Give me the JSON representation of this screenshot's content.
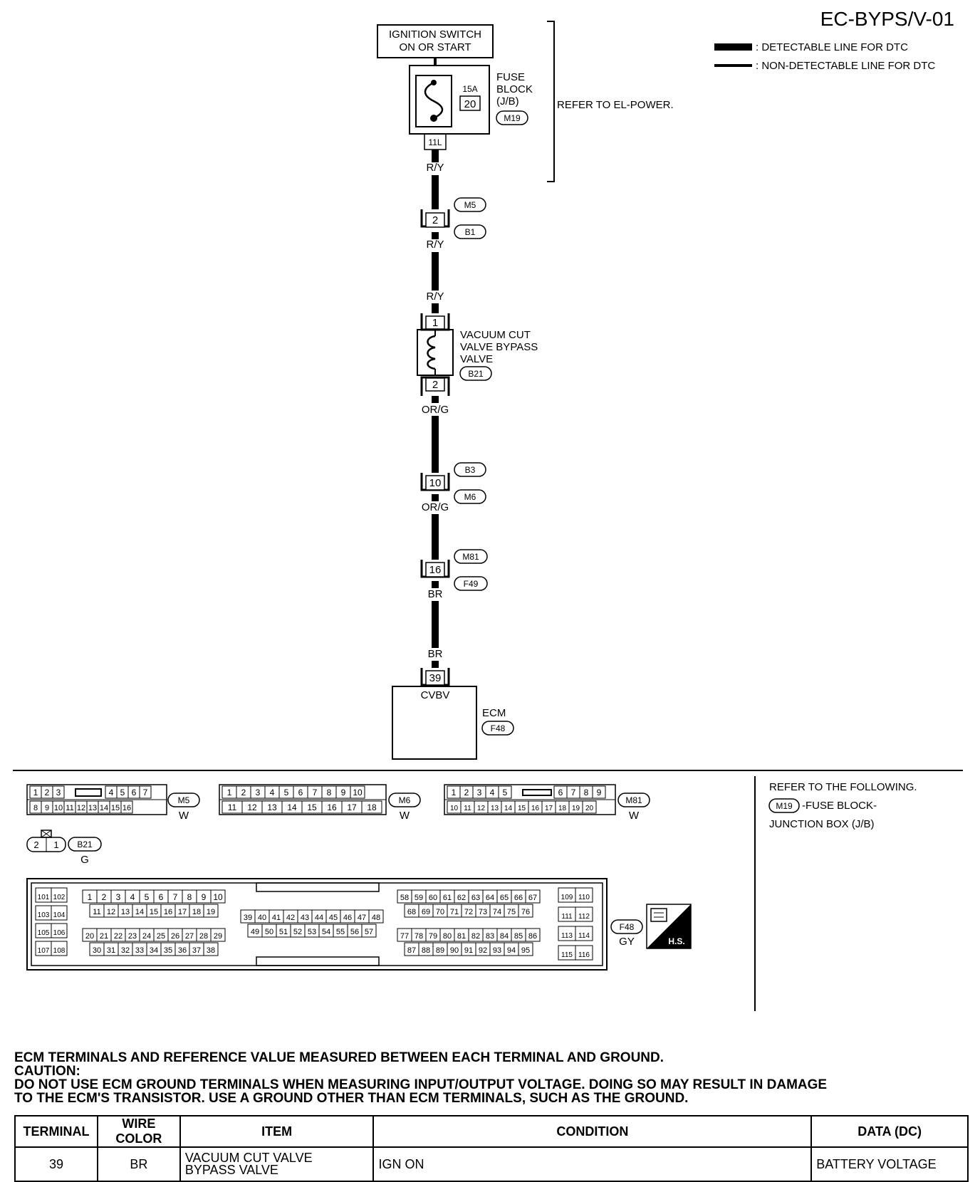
{
  "page_id": "EC-BYPS/V-01",
  "legend": {
    "detectable": ": DETECTABLE LINE FOR DTC",
    "non_detectable": ": NON-DETECTABLE LINE FOR DTC"
  },
  "ignition_switch": {
    "line1": "IGNITION SWITCH",
    "line2": "ON OR START"
  },
  "fuse": {
    "rating": "15A",
    "number": "20",
    "name1": "FUSE",
    "name2": "BLOCK",
    "name3": "(J/B)",
    "connector": "M19",
    "terminal": "11L"
  },
  "refer_el_power": "REFER TO EL-POWER.",
  "wires": {
    "ry": "R/Y",
    "org": "OR/G",
    "br": "BR"
  },
  "joint_m5_b1": {
    "upper": "M5",
    "pin": "2",
    "lower": "B1"
  },
  "valve": {
    "name1": "VACUUM CUT",
    "name2": "VALVE BYPASS",
    "name3": "VALVE",
    "connector": "B21",
    "pin_top": "1",
    "pin_bottom": "2"
  },
  "joint_b3_m6": {
    "upper": "B3",
    "pin": "10",
    "lower": "M6"
  },
  "joint_m81_f49": {
    "upper": "M81",
    "pin": "16",
    "lower": "F49"
  },
  "ecm": {
    "name": "ECM",
    "connector": "F48",
    "pin": "39",
    "signal": "CVBV"
  },
  "connectors": {
    "m5": {
      "id": "M5",
      "color": "W"
    },
    "m6": {
      "id": "M6",
      "color": "W"
    },
    "m81": {
      "id": "M81",
      "color": "W"
    },
    "b21": {
      "id": "B21",
      "color": "G"
    },
    "f48": {
      "id": "F48",
      "color": "GY"
    },
    "hs": "H.S."
  },
  "refer_following": {
    "line1": "REFER TO THE FOLLOWING.",
    "connector": "M19",
    "line2": "-FUSE BLOCK-",
    "line3": "JUNCTION BOX (J/B)"
  },
  "notes": {
    "line1": "ECM TERMINALS AND REFERENCE VALUE MEASURED BETWEEN EACH TERMINAL AND GROUND.",
    "line2": "CAUTION:",
    "line3": "DO NOT USE ECM GROUND TERMINALS WHEN MEASURING INPUT/OUTPUT  VOLTAGE. DOING SO MAY RESULT IN DAMAGE",
    "line4": "TO THE ECM'S TRANSISTOR. USE A GROUND OTHER THAN ECM TERMINALS, SUCH AS THE  GROUND."
  },
  "table": {
    "headers": [
      "TERMINAL",
      "WIRE COLOR",
      "ITEM",
      "CONDITION",
      "DATA (DC)"
    ],
    "row": {
      "terminal": "39",
      "wire_color": "BR",
      "item1": "VACUUM CUT VALVE",
      "item2": "BYPASS VALVE",
      "condition": "IGN ON",
      "data": "BATTERY VOLTAGE"
    }
  }
}
